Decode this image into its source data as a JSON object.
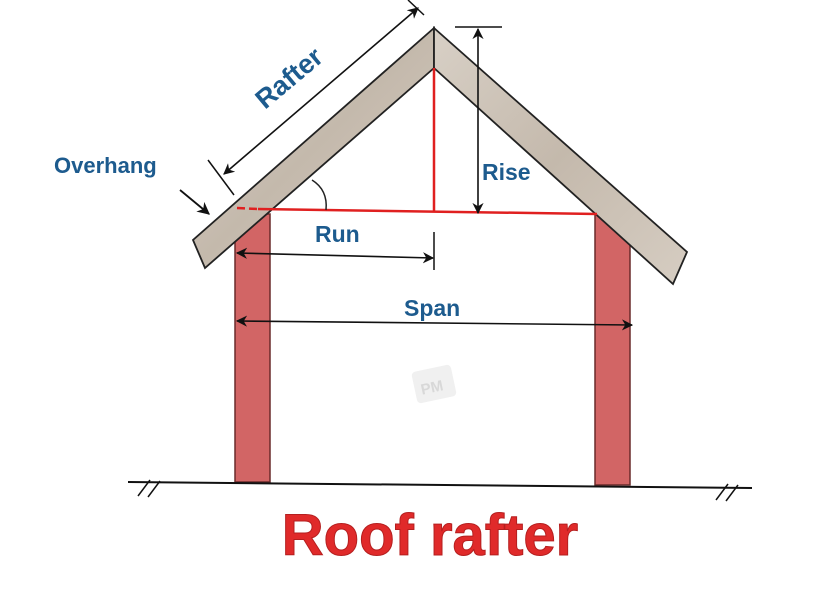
{
  "labels": {
    "rafter": "Rafter",
    "overhang": "Overhang",
    "rise": "Rise",
    "run": "Run",
    "span": "Span"
  },
  "title": "Roof rafter",
  "watermark": "PM",
  "colors": {
    "label": "#1d5b8e",
    "title": "#e02a2a",
    "wall": "#d26565",
    "roof": "#cfc6bb",
    "guide": "#e02020"
  }
}
